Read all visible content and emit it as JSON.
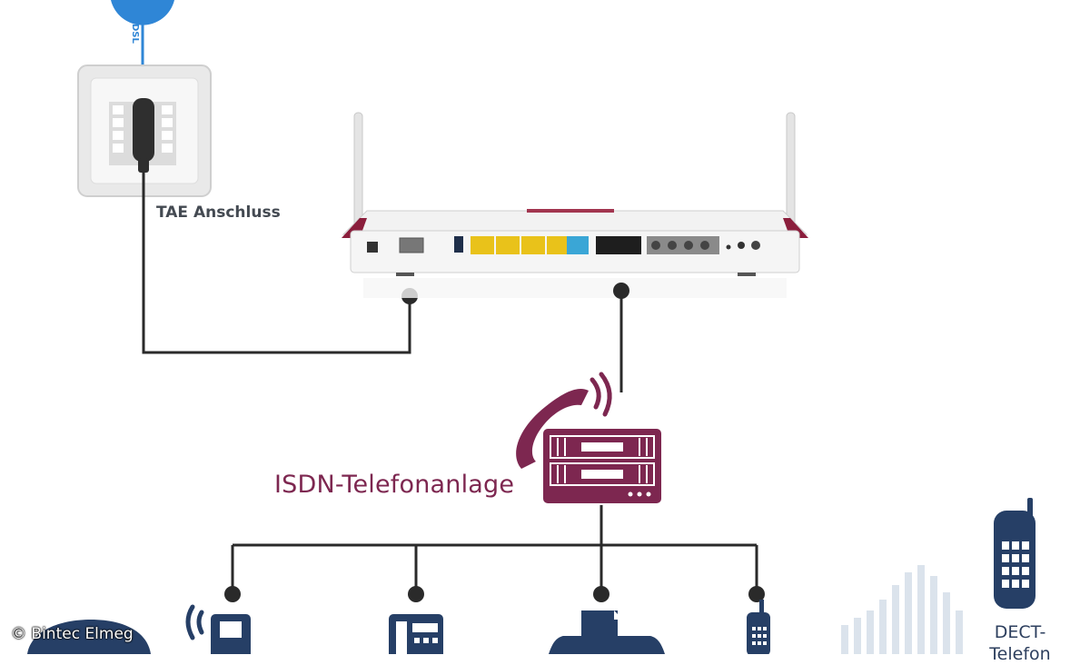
{
  "labels": {
    "dsl": "DSL",
    "tae": "TAE Anschluss",
    "isdn": "ISDN-Telefonanlage",
    "dect_line1": "DECT-",
    "dect_line2": "Telefon"
  },
  "credit": "© Bintec Elmeg",
  "colors": {
    "line": "#2a2a2a",
    "dsl_line": "#2f86d6",
    "isdn_accent": "#7d2750",
    "device_blue": "#263f66",
    "router_body": "#f2f2f2"
  },
  "icons": [
    "dsl-splitter-icon",
    "tae-socket-icon",
    "router-icon",
    "isdn-pbx-icon",
    "phone-handset-icon",
    "wireless-device-icon",
    "desk-phone-icon",
    "fax-icon",
    "cordless-phone-icon",
    "dect-phone-icon"
  ]
}
